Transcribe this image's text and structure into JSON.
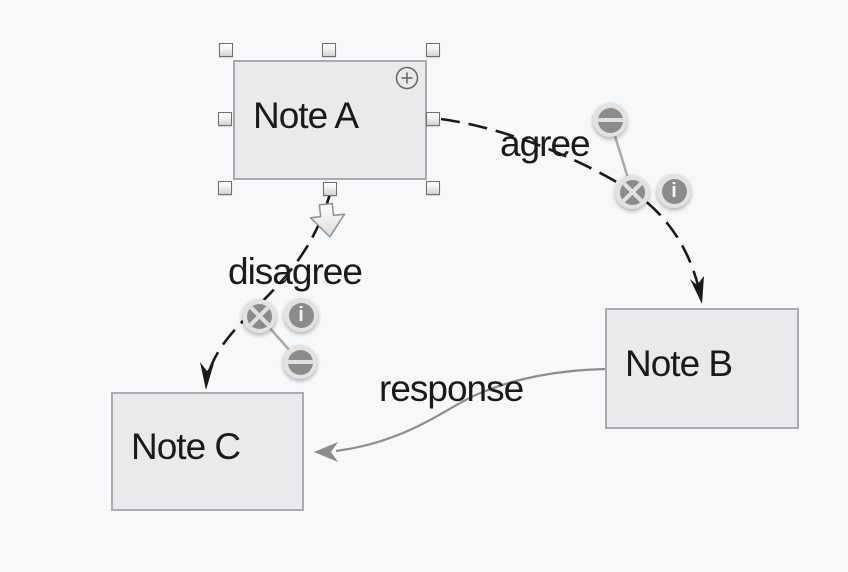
{
  "diagram": {
    "notes": [
      {
        "label": "Note A",
        "selected": true
      },
      {
        "label": "Note B",
        "selected": false
      },
      {
        "label": "Note C",
        "selected": false
      }
    ],
    "connections": [
      {
        "label": "agree",
        "from": "Note A",
        "to": "Note B",
        "line": "dashed-black-arrow"
      },
      {
        "label": "disagree",
        "from": "Note A",
        "to": "Note C",
        "line": "dashed-black-arrow"
      },
      {
        "label": "response",
        "from": "Note B",
        "to": "Note C",
        "line": "solid-gray-arrow"
      }
    ],
    "icons": {
      "info_glyph": "i"
    }
  },
  "colors": {
    "canvas-bg": "#f7f8fa",
    "note-fill": "#e9eaec",
    "note-border": "#a9abae",
    "line-dark": "#1a1a1a",
    "line-gray": "#8b8d8e",
    "icon-inner": "#8b8b8b",
    "icon-halo": "#e2e2e2",
    "glyph-light": "#e0e0e0",
    "handle-border": "#6f6f6f",
    "text-color": "#1a1a1a"
  }
}
